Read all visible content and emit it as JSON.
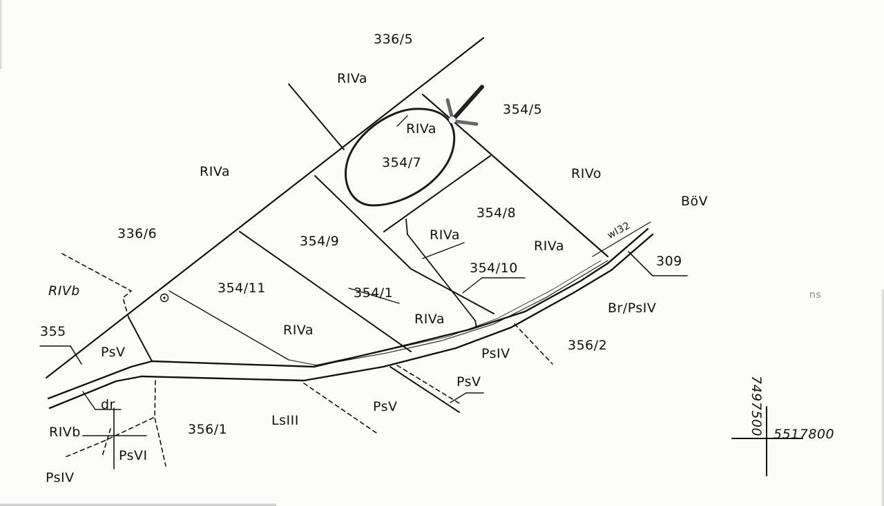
{
  "map": {
    "parcels": {
      "p336_5": "336/5",
      "p354_5": "354/5",
      "p354_7": "354/7",
      "p354_8": "354/8",
      "p336_6": "336/6",
      "p354_9": "354/9",
      "p354_11": "354/11",
      "p354_1": "354/1",
      "p354_10": "354/10",
      "p309": "309",
      "p355": "355",
      "p356_2": "356/2",
      "p356_1": "356/1"
    },
    "land_use": {
      "rivaTop": "RIVa",
      "rivaCircle": "RIVa",
      "rivaLeft": "RIVa",
      "rivoRight": "RIVo",
      "bov": "BöV",
      "rivaMid1": "RIVa",
      "rivaMid2": "RIVa",
      "rivbLeft": "RIVb",
      "rivaLower1": "RIVa",
      "rivaLower2": "RIVa",
      "brpsiv": "Br/PsIV",
      "psvLeft": "PsV",
      "psiv": "PsIV",
      "psvRoad": "PsV",
      "psvBottom": "PsV",
      "dr": "dr",
      "lsiii": "LsIII",
      "rivbBottom": "RIVb",
      "psvi": "PsVI",
      "psivBottom": "PsIV",
      "wl": "wl32",
      "ns": "ns"
    },
    "coordinates": {
      "northing_label": "7497500",
      "easting_label": "5517800"
    },
    "colors": {
      "ink": "#111111",
      "paper": "#fcfcfb",
      "marker": "#1a1a1a"
    }
  }
}
